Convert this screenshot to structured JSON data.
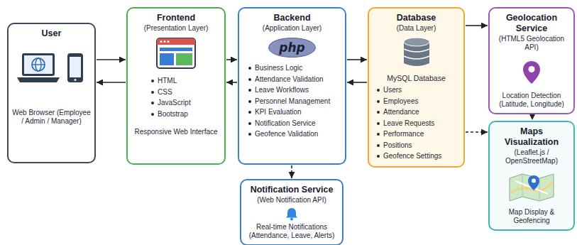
{
  "diagram": {
    "nodes": [
      {
        "text": [
          "User",
          "Web Browser (Employee / Admin / Manager)"
        ]
      },
      {
        "text": [
          "Frontend",
          "(Presentation Layer)",
          "HTML",
          "CSS",
          "JavaScript",
          "Bootstrap",
          "Responsive Web Interface"
        ]
      },
      {
        "text": [
          "Backend",
          "(Application Layer)",
          "php",
          "Business Logic",
          "Attendance Validation",
          "Leave Workflows",
          "Personnel Management",
          "KPI Evaluation",
          "Notification Service",
          "Geofence Validation"
        ]
      },
      {
        "text": [
          "Database",
          "(Data Layer)",
          "MySQL Database",
          "Users",
          "Employees",
          "Attendance",
          "Leave Requests",
          "Performance",
          "Positions",
          "Geofence Settings"
        ]
      },
      {
        "text": [
          "Geolocation Service",
          "(HTML5 Geolocation API)",
          "Location Detection (Latitude, Longitude)"
        ]
      },
      {
        "text": [
          "Maps Visualization",
          "(Leaflet.js / OpenStreetMap)",
          "Map Display & Geofencing"
        ]
      },
      {
        "text": [
          "Notification Service",
          "(Web Notification API)",
          "Real-time Notifications (Attendance, Leave, Alerts)"
        ]
      }
    ],
    "edges": [
      {
        "from": 0,
        "to": 1,
        "arrow": "to"
      },
      {
        "from": 1,
        "to": 0,
        "arrow": "to"
      },
      {
        "from": 1,
        "to": 2,
        "arrow": "to"
      },
      {
        "from": 2,
        "to": 1,
        "arrow": "to"
      },
      {
        "from": 2,
        "to": 3,
        "arrow": "to"
      },
      {
        "from": 3,
        "to": 2,
        "arrow": "to"
      },
      {
        "from": 3,
        "to": 4,
        "arrow": "to"
      },
      {
        "from": 4,
        "to": 5,
        "arrow": "to"
      },
      {
        "from": 3,
        "to": 5,
        "arrow": "to"
      },
      {
        "from": 2,
        "to": 6,
        "arrow": "to"
      }
    ]
  }
}
